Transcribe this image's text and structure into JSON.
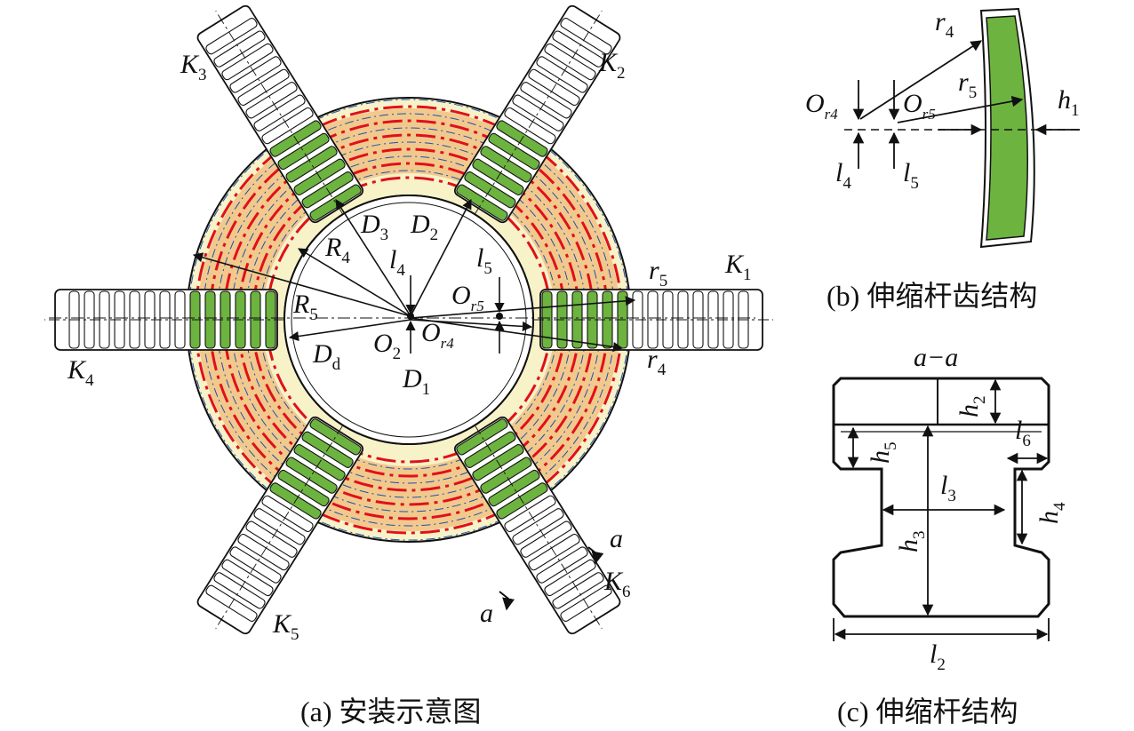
{
  "colors": {
    "ring_fill": "#f2c98d",
    "ring_light": "#f7f2c8",
    "tooth_green": "#6db33f",
    "red_line": "#e0101a",
    "blue_line": "#1f4fb0",
    "ink": "#111111"
  },
  "captions": {
    "a": "(a) 安装示意图",
    "b": "(b) 伸缩杆齿结构",
    "c": "(c) 伸缩杆结构"
  },
  "panel_a": {
    "rods": [
      {
        "name": "K",
        "sub": "1"
      },
      {
        "name": "K",
        "sub": "2"
      },
      {
        "name": "K",
        "sub": "3"
      },
      {
        "name": "K",
        "sub": "4"
      },
      {
        "name": "K",
        "sub": "5"
      },
      {
        "name": "K",
        "sub": "6"
      }
    ],
    "labels": {
      "D3": {
        "b": "D",
        "s": "3"
      },
      "D2": {
        "b": "D",
        "s": "2"
      },
      "D1": {
        "b": "D",
        "s": "1"
      },
      "Dd": {
        "b": "D",
        "s": "d"
      },
      "R4": {
        "b": "R",
        "s": "4"
      },
      "R5": {
        "b": "R",
        "s": "5"
      },
      "l4": {
        "b": "l",
        "s": "4"
      },
      "l5": {
        "b": "l",
        "s": "5"
      },
      "O2": {
        "b": "O",
        "s": "2"
      },
      "Or4": {
        "b": "O",
        "s": "r4"
      },
      "Or5": {
        "b": "O",
        "s": "r5"
      },
      "r5": {
        "b": "r",
        "s": "5"
      },
      "r4": {
        "b": "r",
        "s": "4"
      }
    },
    "section_mark": "a"
  },
  "panel_b": {
    "labels": {
      "r4": {
        "b": "r",
        "s": "4"
      },
      "r5": {
        "b": "r",
        "s": "5"
      },
      "Or4": {
        "b": "O",
        "s": "r4"
      },
      "Or5": {
        "b": "O",
        "s": "r5"
      },
      "h1": {
        "b": "h",
        "s": "1"
      },
      "l4": {
        "b": "l",
        "s": "4"
      },
      "l5": {
        "b": "l",
        "s": "5"
      }
    }
  },
  "panel_c": {
    "title": "a−a",
    "labels": {
      "h2": {
        "b": "h",
        "s": "2"
      },
      "h5": {
        "b": "h",
        "s": "5"
      },
      "l6": {
        "b": "l",
        "s": "6"
      },
      "l3": {
        "b": "l",
        "s": "3"
      },
      "h4": {
        "b": "h",
        "s": "4"
      },
      "h3": {
        "b": "h",
        "s": "3"
      },
      "l2": {
        "b": "l",
        "s": "2"
      }
    }
  }
}
